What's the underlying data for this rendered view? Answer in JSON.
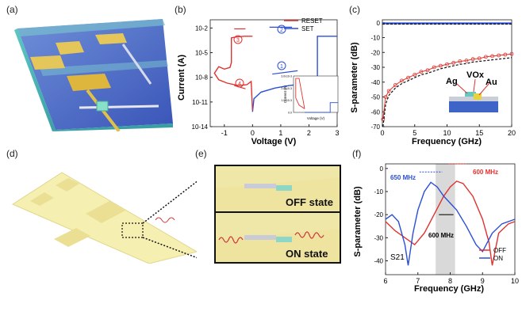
{
  "panels": {
    "a": "(a)",
    "b": "(b)",
    "c": "(c)",
    "d": "(d)",
    "e": "(e)",
    "f": "(f)"
  },
  "panel_b": {
    "ylabel": "Current (A)",
    "xlabel": "Voltage (V)",
    "yticks": [
      "10-2",
      "10-5",
      "10-8",
      "10-11",
      "10-14"
    ],
    "xticks": [
      "-1",
      "0",
      "1",
      "2",
      "3"
    ],
    "legend": [
      "RESET",
      "SET"
    ],
    "markers": [
      "1",
      "2",
      "3",
      "4"
    ],
    "inset_ylabel": "Current (A)",
    "inset_xlabel": "Voltage (V)",
    "inset_yticks": [
      "3.0x10-3",
      "2.0x10-3",
      "1.0x10-3",
      "0.0"
    ],
    "colors": {
      "reset": "#e0332f",
      "set": "#2a4fd6"
    }
  },
  "panel_c": {
    "ylabel": "S-parameter (dB)",
    "xlabel": "Frequency (GHz)",
    "yticks": [
      "0",
      "-10",
      "-20",
      "-30",
      "-40",
      "-50",
      "-60",
      "-70"
    ],
    "xticks": [
      "0",
      "5",
      "10",
      "15",
      "20"
    ],
    "labels": {
      "ag": "Ag",
      "vox": "VOx",
      "au": "Au"
    }
  },
  "panel_e": {
    "off": "OFF state",
    "on": "ON state"
  },
  "panel_f": {
    "ylabel": "S-parameter (dB)",
    "xlabel": "Frequency (GHz)",
    "yticks": [
      "0",
      "-10",
      "-20",
      "-30",
      "-40"
    ],
    "xticks": [
      "6",
      "7",
      "8",
      "9",
      "10"
    ],
    "ann_650": "650 MHz",
    "ann_600_top": "600 MHz",
    "ann_600_mid": "600 MHz",
    "s21": "S21",
    "legend": [
      "OFF",
      "ON"
    ],
    "colors": {
      "off": "#e0332f",
      "on": "#2a4fd6"
    }
  },
  "chart_data": [
    {
      "panel": "b",
      "type": "line",
      "xlabel": "Voltage (V)",
      "ylabel": "Current (A)",
      "xlim": [
        -1.5,
        3
      ],
      "ylim_log10": [
        -14,
        -1
      ],
      "yscale": "log",
      "series": [
        {
          "name": "SET",
          "x": [
            0,
            0.05,
            0.3,
            0.8,
            1.3,
            1.8,
            2.2,
            2.3,
            2.3,
            3.0
          ],
          "y_log10": [
            -12.2,
            -10.6,
            -9.8,
            -9.3,
            -9.0,
            -8.8,
            -8.6,
            -8.5,
            -3.0,
            -3.0
          ]
        },
        {
          "name": "RESET",
          "x": [
            0,
            -0.3,
            -0.6,
            -0.75,
            -0.75,
            -0.8,
            -1.0,
            -1.2,
            -1.35,
            -1.2,
            -0.9,
            -0.5,
            -0.2,
            -0.05,
            0
          ],
          "y_log10": [
            -3.0,
            -3.0,
            -3.1,
            -3.2,
            -6.2,
            -6.8,
            -7.0,
            -6.7,
            -7.5,
            -8.3,
            -8.7,
            -9.0,
            -8.9,
            -8.5,
            -12.0
          ]
        }
      ],
      "inset": {
        "type": "line",
        "xlim": [
          -1,
          3
        ],
        "ylim": [
          0,
          0.003
        ],
        "series": [
          {
            "name": "RESET",
            "x": [
              0,
              -0.5,
              -0.8,
              -0.8,
              -0.5,
              0
            ],
            "y": [
              0.0003,
              0.0006,
              0.0012,
              0.0028,
              0.0028,
              0.0003
            ]
          },
          {
            "name": "SET",
            "x": [
              0,
              1.5,
              2.3,
              2.3,
              3.0
            ],
            "y": [
              0.0,
              0.0,
              0.0,
              0.0008,
              0.0008
            ]
          }
        ]
      }
    },
    {
      "panel": "c",
      "type": "line",
      "xlabel": "Frequency (GHz)",
      "ylabel": "S-parameter (dB)",
      "xlim": [
        0,
        20
      ],
      "ylim": [
        -70,
        2
      ],
      "series": [
        {
          "style": "solid-blue",
          "x": [
            0,
            20
          ],
          "y": [
            -0.4,
            -0.4
          ]
        },
        {
          "style": "dashed-black",
          "x": [
            0,
            20
          ],
          "y": [
            -0.9,
            -0.9
          ]
        },
        {
          "style": "red-markers",
          "x": [
            0.1,
            0.5,
            1,
            2,
            3,
            4,
            5,
            6,
            7,
            8,
            9,
            10,
            11,
            12,
            13,
            14,
            15,
            16,
            17,
            18,
            19,
            20
          ],
          "y": [
            -65,
            -50,
            -46,
            -42,
            -39,
            -37,
            -35,
            -33,
            -32,
            -30,
            -29,
            -28,
            -27,
            -26,
            -25.5,
            -24.5,
            -24,
            -23,
            -22.5,
            -22,
            -21.5,
            -21
          ]
        },
        {
          "style": "dashed-black",
          "x": [
            0.1,
            0.5,
            1,
            2,
            3,
            4,
            5,
            6,
            7,
            8,
            9,
            10,
            11,
            12,
            13,
            14,
            15,
            16,
            17,
            18,
            19,
            20
          ],
          "y": [
            -70,
            -55,
            -49,
            -44,
            -41,
            -39,
            -37,
            -35,
            -34,
            -32.5,
            -31,
            -30,
            -29,
            -28,
            -27.5,
            -26.5,
            -26,
            -25.5,
            -25,
            -24.5,
            -24,
            -23.5
          ]
        }
      ]
    },
    {
      "panel": "f",
      "type": "line",
      "xlabel": "Frequency (GHz)",
      "ylabel": "S-parameter (dB)",
      "xlim": [
        6,
        10
      ],
      "ylim": [
        -46,
        2
      ],
      "series": [
        {
          "name": "OFF",
          "x": [
            6,
            6.3,
            6.6,
            6.9,
            7.2,
            7.5,
            7.8,
            8.0,
            8.2,
            8.4,
            8.7,
            9.0,
            9.2,
            9.3,
            9.5,
            9.8,
            10
          ],
          "y": [
            -23,
            -27,
            -30,
            -33,
            -28,
            -20,
            -12,
            -8,
            -5.5,
            -6.5,
            -12,
            -22,
            -32,
            -42,
            -28,
            -24,
            -23
          ]
        },
        {
          "name": "ON",
          "x": [
            6,
            6.2,
            6.4,
            6.6,
            6.7,
            6.85,
            7.0,
            7.2,
            7.4,
            7.6,
            7.8,
            8.0,
            8.2,
            8.5,
            8.8,
            9.0,
            9.3,
            9.6,
            10
          ],
          "y": [
            -22,
            -20,
            -23,
            -33,
            -42,
            -28,
            -18,
            -10,
            -6,
            -8,
            -12,
            -15,
            -18,
            -25,
            -33,
            -36,
            -28,
            -24,
            -22
          ]
        }
      ]
    }
  ]
}
